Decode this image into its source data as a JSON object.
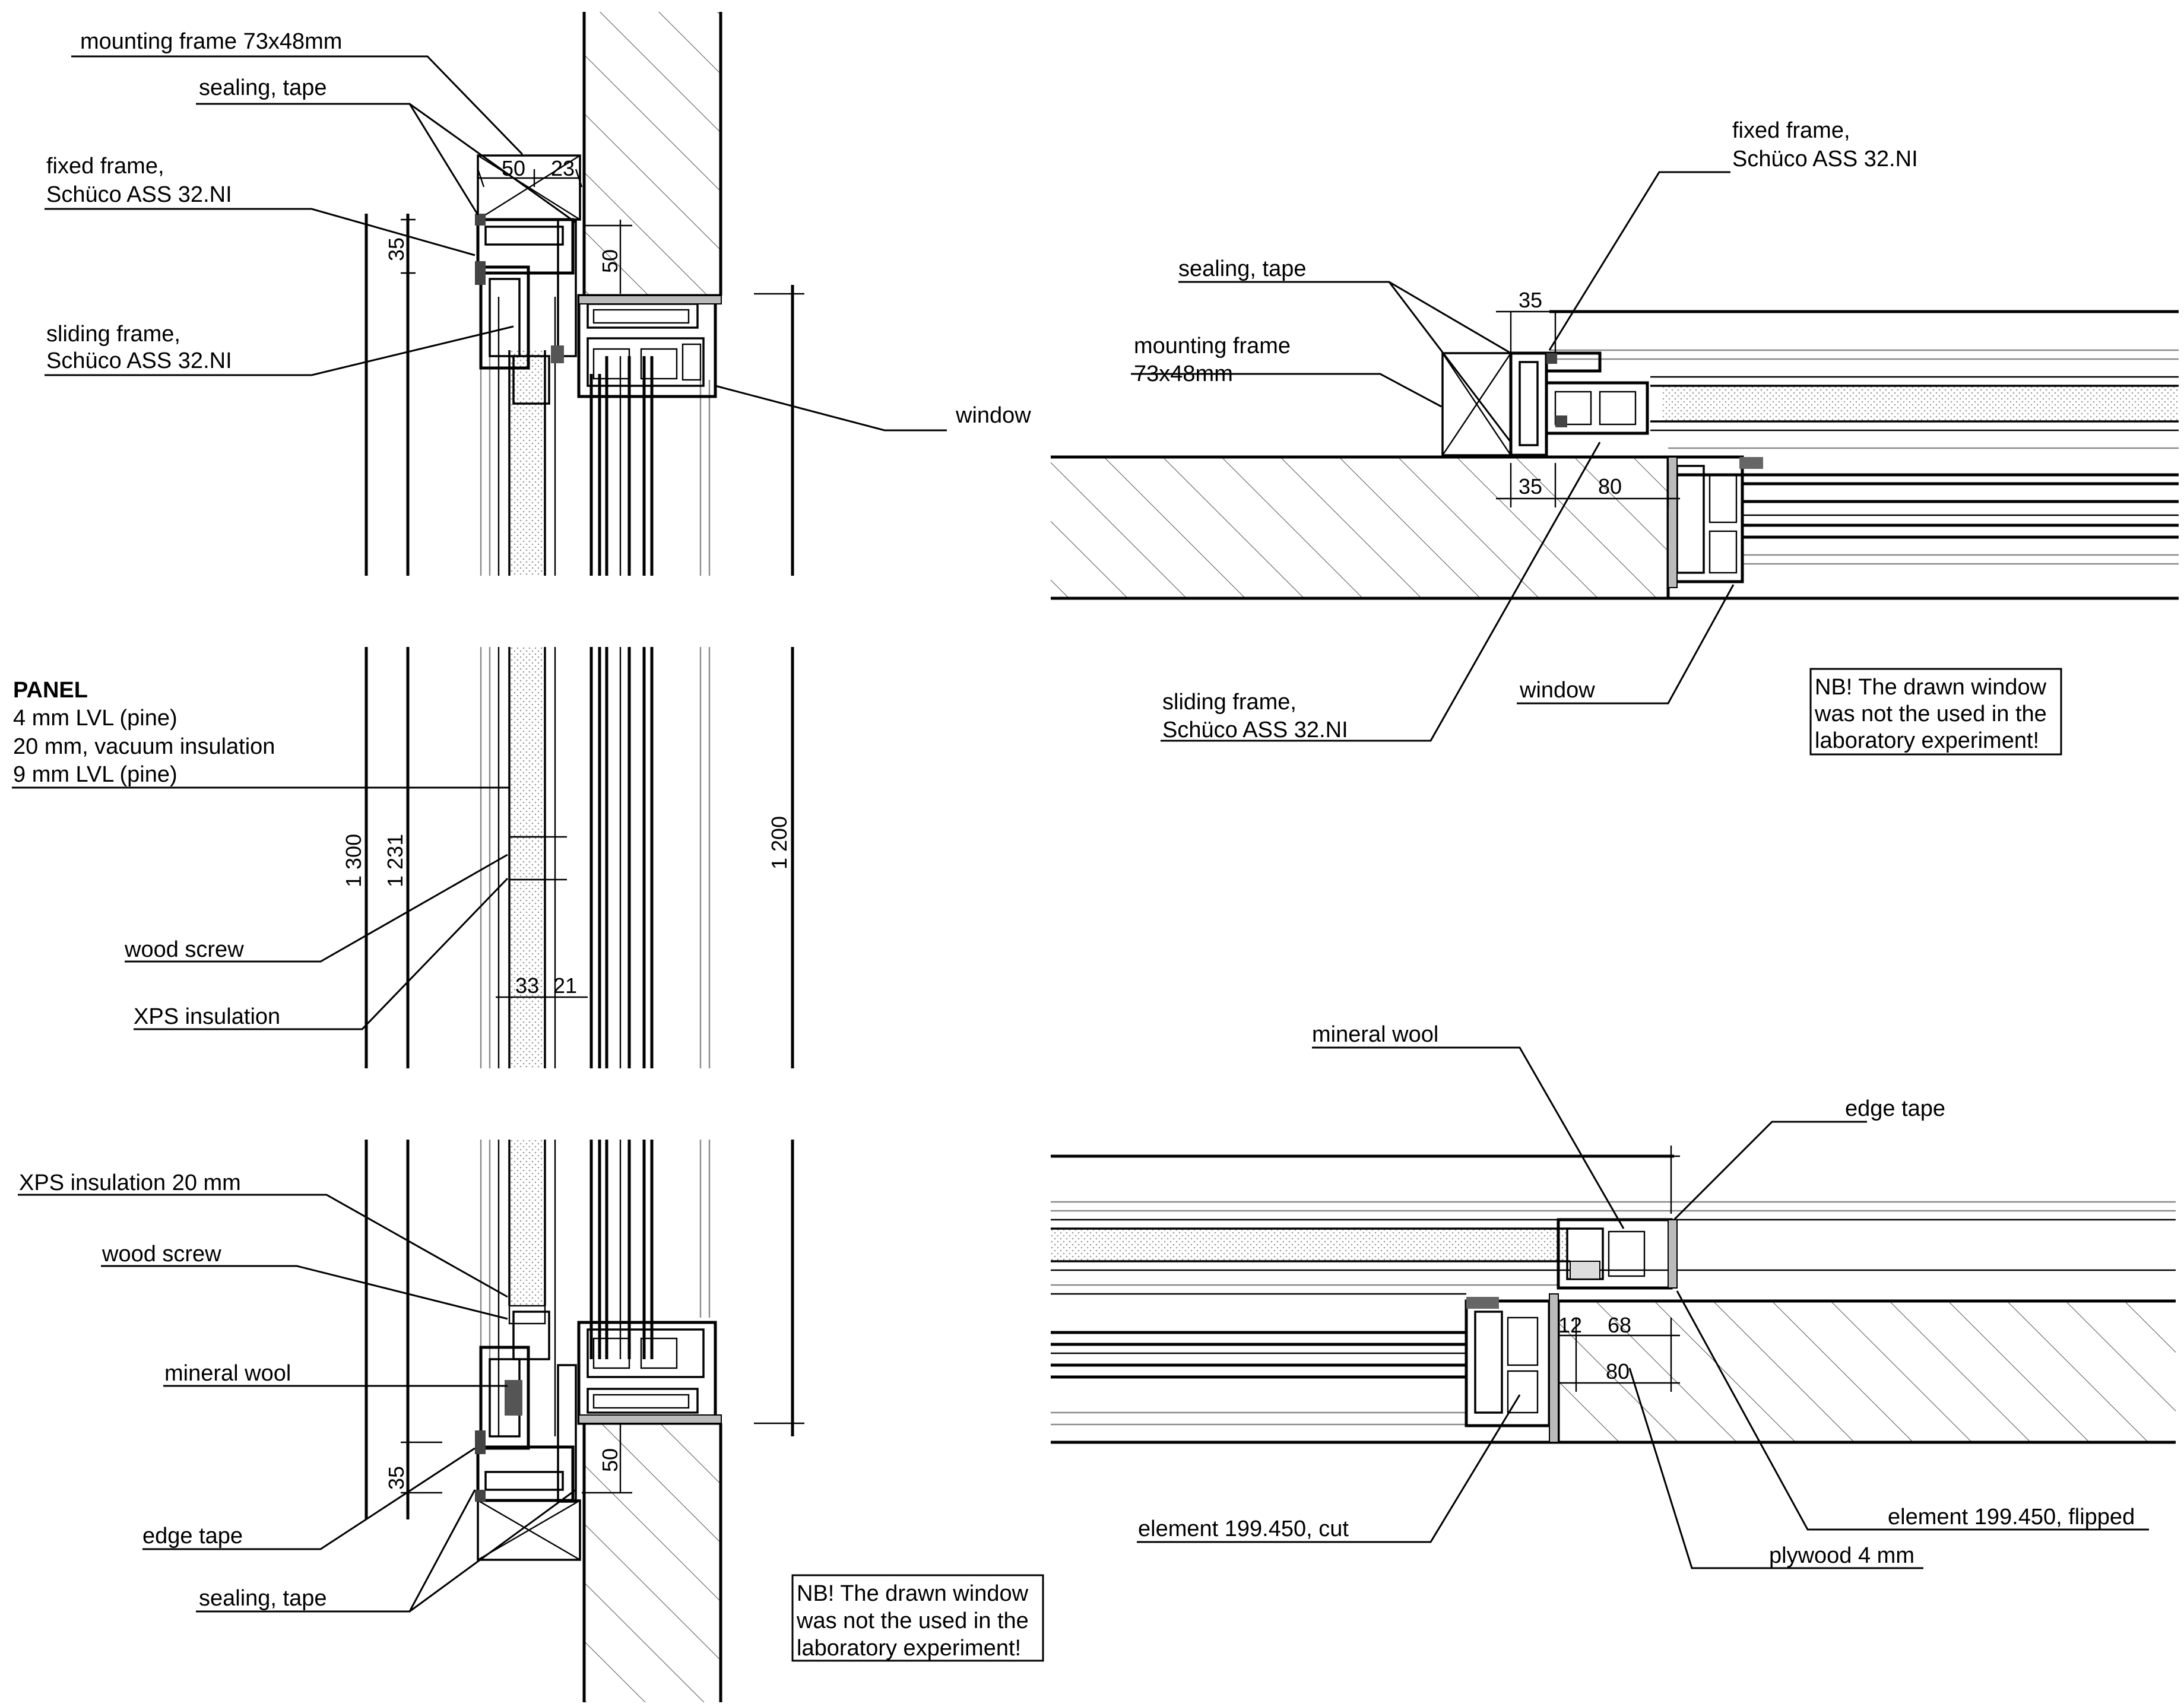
{
  "labels": {
    "tl_mounting_frame": "mounting frame 73x48mm",
    "tl_sealing_tape": "sealing, tape",
    "tl_fixed_frame_1": "fixed frame,",
    "tl_fixed_frame_2": "Schüco ASS 32.NI",
    "tl_sliding_frame_1": "sliding frame,",
    "tl_sliding_frame_2": "Schüco ASS 32.NI",
    "tl_window": "window",
    "panel_title": "PANEL",
    "panel_line1": "4 mm LVL (pine)",
    "panel_line2": "20 mm, vacuum insulation",
    "panel_line3": "9 mm LVL (pine)",
    "wood_screw_mid": "wood screw",
    "xps_mid": "XPS insulation",
    "bl_xps": "XPS insulation 20 mm",
    "bl_wood_screw": "wood screw",
    "bl_mineral_wool": "mineral wool",
    "bl_edge_tape": "edge tape",
    "bl_sealing_tape": "sealing, tape",
    "tr_fixed_frame_1": "fixed frame,",
    "tr_fixed_frame_2": "Schüco ASS 32.NI",
    "tr_sealing_tape": "sealing, tape",
    "tr_mounting_frame_1": "mounting frame",
    "tr_mounting_frame_2": "73x48mm",
    "tr_sliding_frame_1": "sliding frame,",
    "tr_sliding_frame_2": "Schüco ASS 32.NI",
    "tr_window": "window",
    "br_mineral_wool": "mineral wool",
    "br_edge_tape": "edge tape",
    "br_element_cut": "element 199.450, cut",
    "br_element_flipped": "element 199.450, flipped",
    "br_plywood": "plywood 4 mm"
  },
  "notes": {
    "nb_right_1": "NB! The drawn window",
    "nb_right_2": "was not the used in the",
    "nb_right_3": "laboratory experiment!",
    "nb_bottom_1": "NB! The drawn window",
    "nb_bottom_2": "was not the used in the",
    "nb_bottom_3": "laboratory experiment!"
  },
  "dimensions": {
    "tl_50": "50",
    "tl_23": "23",
    "tl_35": "35",
    "tl_50v": "50",
    "h_1300": "1 300",
    "h_1231": "1 231",
    "h_1200": "1 200",
    "w_33": "33",
    "w_21": "21",
    "bl_35": "35",
    "bl_50v": "50",
    "tr_35_top": "35",
    "tr_35_bottom": "35",
    "tr_80": "80",
    "br_12": "12",
    "br_68": "68",
    "br_80": "80"
  }
}
